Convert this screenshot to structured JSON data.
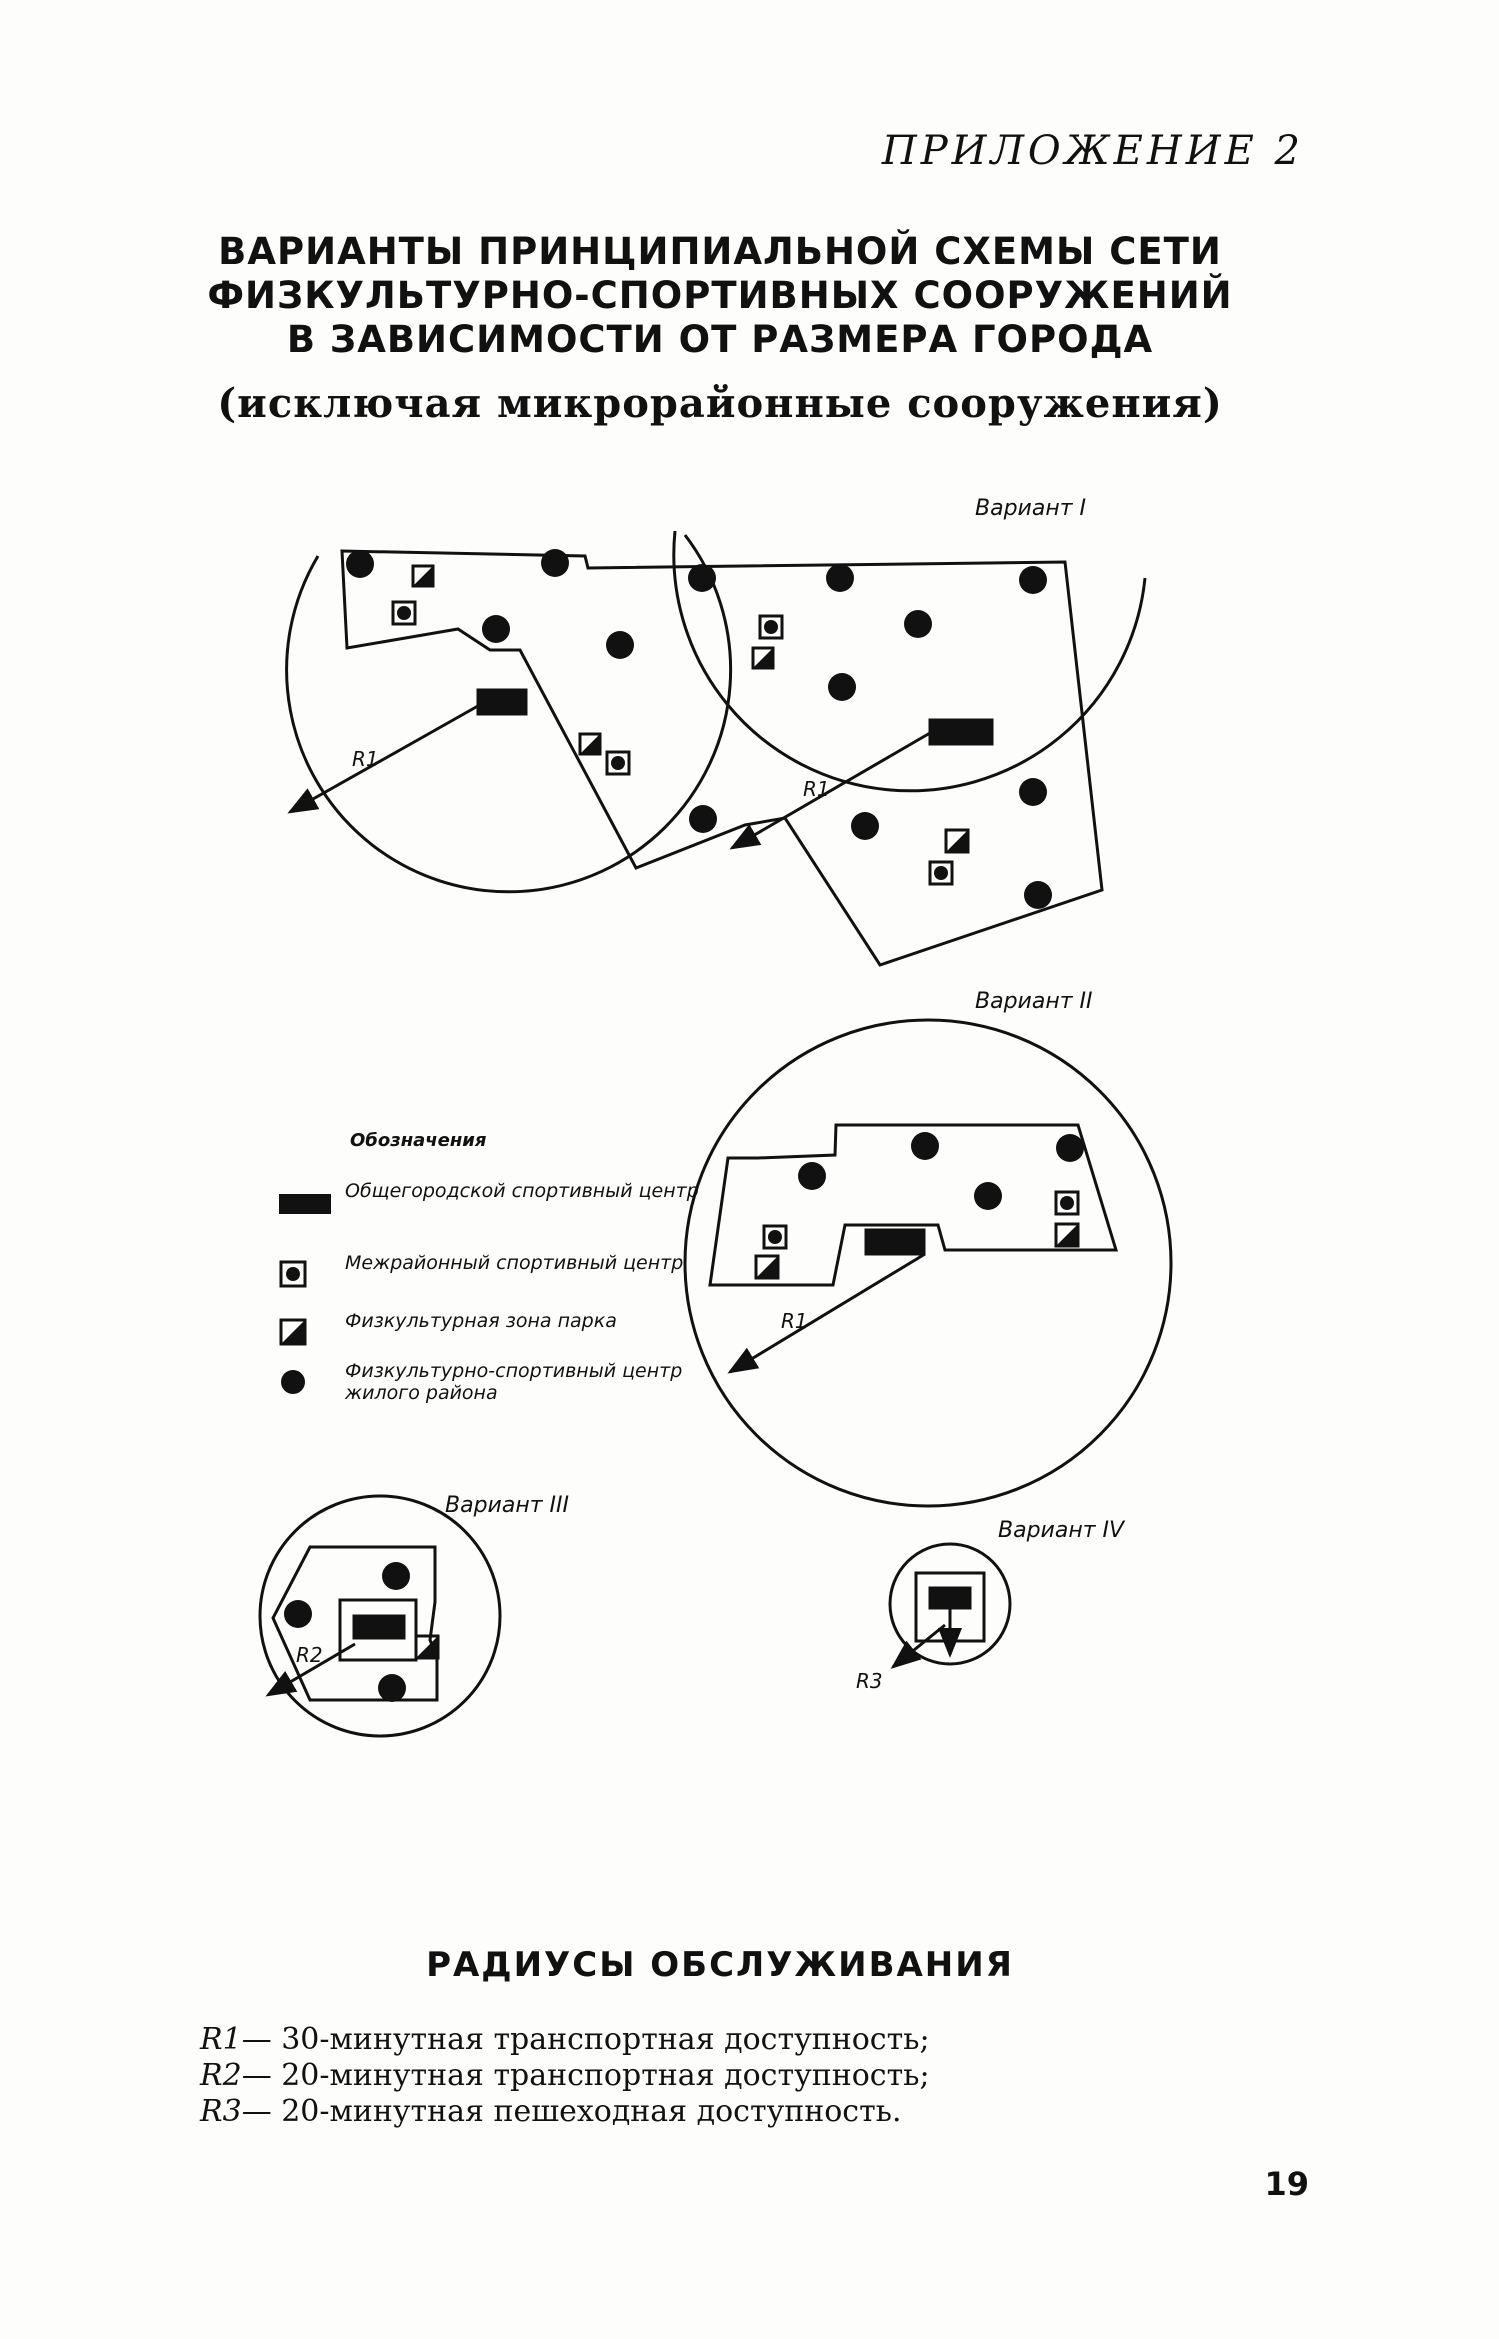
{
  "header": {
    "appendix": "ПРИЛОЖЕНИЕ 2"
  },
  "title": {
    "lines": [
      "ВАРИАНТЫ ПРИНЦИПИАЛЬНОЙ СХЕМЫ СЕТИ",
      "ФИЗКУЛЬТУРНО-СПОРТИВНЫХ СООРУЖЕНИЙ",
      "В ЗАВИСИМОСТИ ОТ РАЗМЕРА ГОРОДА"
    ],
    "subtitle": "(исключая микрорайонные сооружения)"
  },
  "variants": {
    "v1": "Вариант I",
    "v2": "Вариант II",
    "v3": "Вариант III",
    "v4": "Вариант IV"
  },
  "radius_labels": {
    "r1": "R1",
    "r2": "R2",
    "r3": "R3"
  },
  "legend": {
    "heading": "Обозначения",
    "items": [
      {
        "icon": "citywide-sports-center-icon",
        "text": "Общегородской спортивный центр"
      },
      {
        "icon": "interdistrict-sports-center-icon",
        "text": "Межрайонный спортивный центр"
      },
      {
        "icon": "park-sports-zone-icon",
        "text": "Физкультурная зона парка"
      },
      {
        "icon": "residential-sports-center-icon",
        "text": "Физкультурно-спортивный центр жилого района"
      }
    ]
  },
  "service_radii": {
    "title": "РАДИУСЫ ОБСЛУЖИВАНИЯ",
    "rows": [
      {
        "symbol": "R1",
        "text": "— 30-минутная транспортная доступность;"
      },
      {
        "symbol": "R2",
        "text": "— 20-минутная транспортная доступность;"
      },
      {
        "symbol": "R3",
        "text": "— 20-минутная пешеходная доступность."
      }
    ]
  },
  "page_number": "19",
  "colors": {
    "ink": "#111111",
    "paper": "#fdfdfb"
  }
}
